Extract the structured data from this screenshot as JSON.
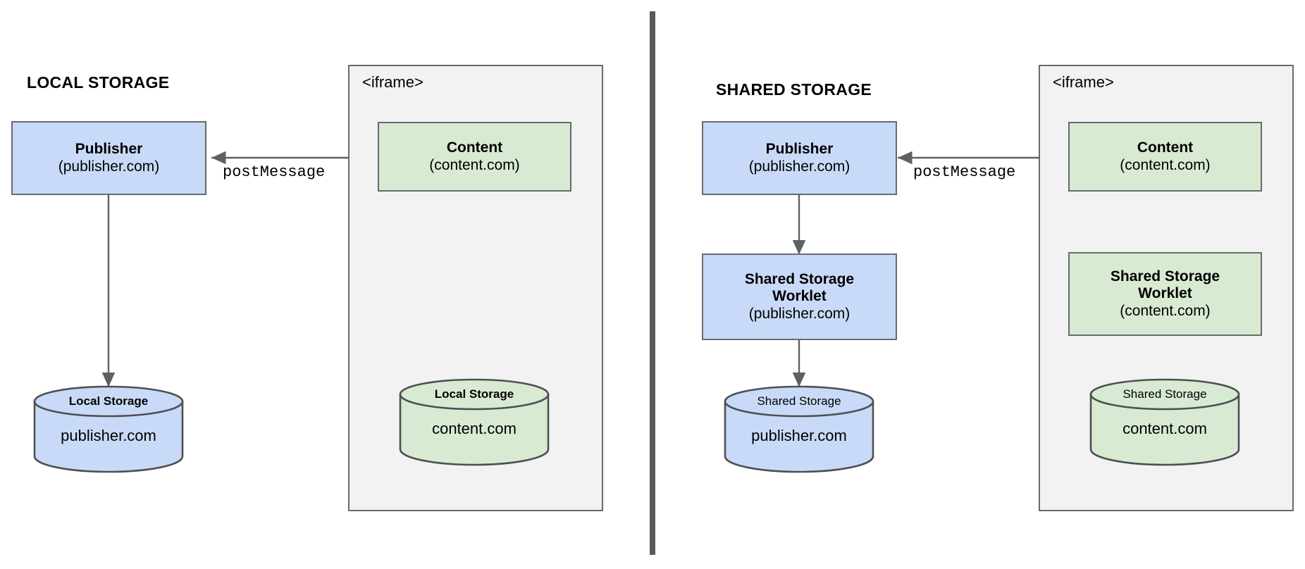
{
  "diagram": {
    "title_left": "LOCAL STORAGE",
    "title_right": "SHARED STORAGE",
    "iframe_label": "<iframe>",
    "postmessage_label": "postMessage",
    "colors": {
      "publisher_fill": "#c9daf8",
      "content_fill": "#d9ead3",
      "iframe_fill": "#f2f2f2",
      "stroke": "#666b6d",
      "divider": "#555a5c"
    }
  },
  "left_panel": {
    "title": "LOCAL STORAGE",
    "iframe_label": "<iframe>",
    "publisher": {
      "name": "Publisher",
      "origin": "(publisher.com)"
    },
    "content": {
      "name": "Content",
      "origin": "(content.com)"
    },
    "publisher_store": {
      "kind": "Local Storage",
      "origin": "publisher.com"
    },
    "content_store": {
      "kind": "Local Storage",
      "origin": "content.com"
    },
    "arrow_label": "postMessage"
  },
  "right_panel": {
    "title": "SHARED STORAGE",
    "iframe_label": "<iframe>",
    "publisher": {
      "name": "Publisher",
      "origin": "(publisher.com)"
    },
    "content": {
      "name": "Content",
      "origin": "(content.com)"
    },
    "publisher_worklet": {
      "name_line1": "Shared Storage",
      "name_line2": "Worklet",
      "origin": "(publisher.com)"
    },
    "content_worklet": {
      "name_line1": "Shared Storage",
      "name_line2": "Worklet",
      "origin": "(content.com)"
    },
    "publisher_store": {
      "kind": "Shared Storage",
      "origin": "publisher.com"
    },
    "content_store": {
      "kind": "Shared Storage",
      "origin": "content.com"
    },
    "arrow_label": "postMessage"
  }
}
